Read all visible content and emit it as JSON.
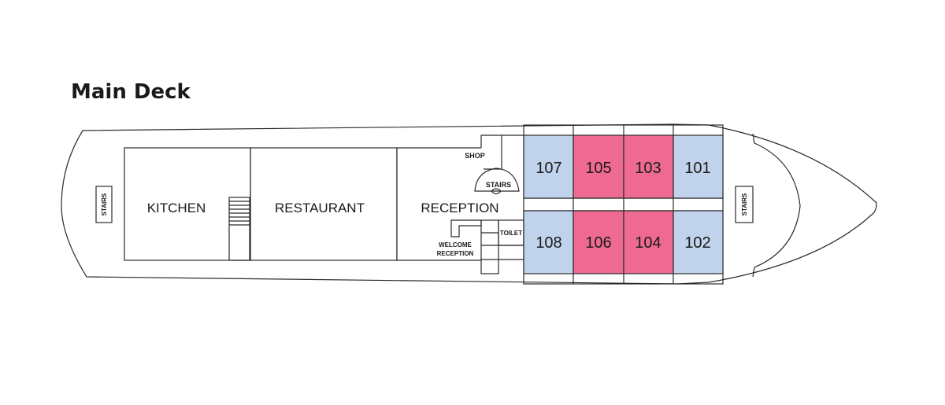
{
  "deck_title": "Main Deck",
  "colors": {
    "outline": "#2b2b2b",
    "blue_cabin": "#c1d3ec",
    "pink_cabin": "#ee6a92",
    "background": "#ffffff"
  },
  "rooms": {
    "kitchen": "KITCHEN",
    "restaurant": "RESTAURANT",
    "reception": "RECEPTION",
    "shop": "SHOP",
    "stairs_center": "STAIRS",
    "toilet": "TOILET",
    "welcome_line1": "WELCOME",
    "welcome_line2": "RECEPTION",
    "stairs_aft": "STAIRS",
    "stairs_bow": "STAIRS"
  },
  "cabins": [
    {
      "number": "107",
      "category": "blue"
    },
    {
      "number": "105",
      "category": "pink"
    },
    {
      "number": "103",
      "category": "pink"
    },
    {
      "number": "101",
      "category": "blue"
    },
    {
      "number": "108",
      "category": "blue"
    },
    {
      "number": "106",
      "category": "pink"
    },
    {
      "number": "104",
      "category": "pink"
    },
    {
      "number": "102",
      "category": "blue"
    }
  ]
}
